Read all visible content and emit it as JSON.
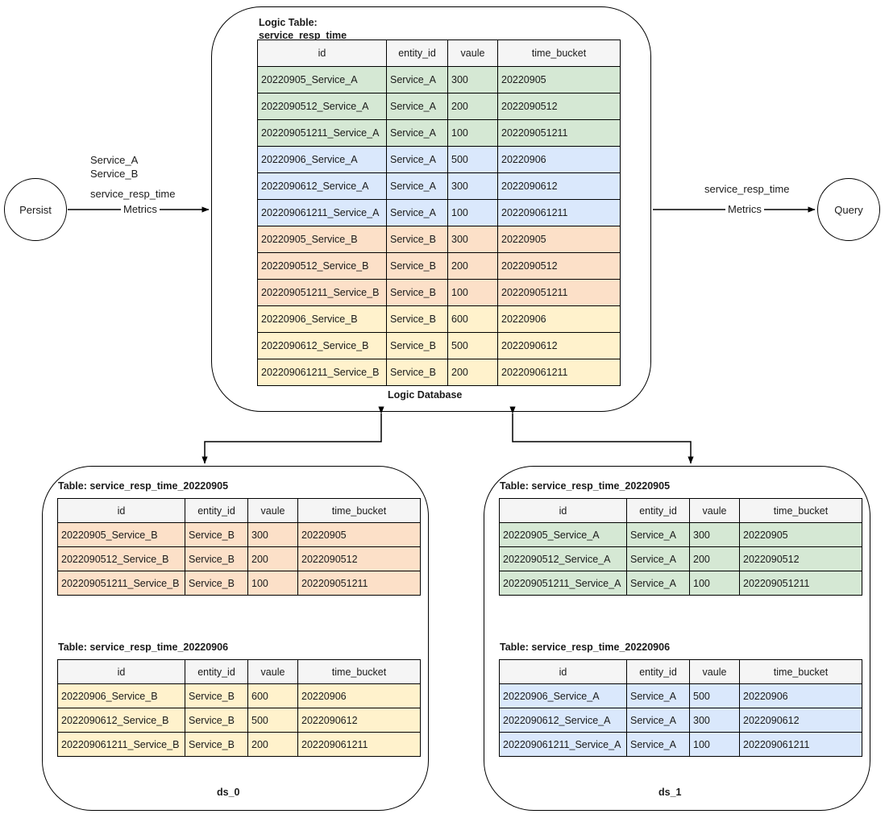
{
  "palette": {
    "green": "#d5e8d4",
    "blue": "#dae8fc",
    "orange": "#fce0c8",
    "yellow": "#fff2cc",
    "header_gray": "#f5f5f5",
    "stroke": "#000000",
    "text": "#1a1a1a"
  },
  "nodes": {
    "persist": {
      "label": "Persist"
    },
    "query": {
      "label": "Query"
    }
  },
  "edges": {
    "persist_entities": "Service_A\nService_B",
    "persist_metric_name": "service_resp_time",
    "persist_metric_kind": "Metrics",
    "query_metric_name": "service_resp_time",
    "query_metric_kind": "Metrics"
  },
  "logic_database": {
    "caption": "Logic Database",
    "table_caption": "Logic Table:\nservice_resp_time",
    "columns": [
      "id",
      "entity_id",
      "vaule",
      "time_bucket"
    ],
    "rows": [
      {
        "cells": [
          "20220905_Service_A",
          "Service_A",
          "300",
          "20220905"
        ],
        "color": "green"
      },
      {
        "cells": [
          "2022090512_Service_A",
          "Service_A",
          "200",
          "2022090512"
        ],
        "color": "green"
      },
      {
        "cells": [
          "202209051211_Service_A",
          "Service_A",
          "100",
          "202209051211"
        ],
        "color": "green"
      },
      {
        "cells": [
          "20220906_Service_A",
          "Service_A",
          "500",
          "20220906"
        ],
        "color": "blue"
      },
      {
        "cells": [
          "2022090612_Service_A",
          "Service_A",
          "300",
          "2022090612"
        ],
        "color": "blue"
      },
      {
        "cells": [
          "202209061211_Service_A",
          "Service_A",
          "100",
          "202209061211"
        ],
        "color": "blue"
      },
      {
        "cells": [
          "20220905_Service_B",
          "Service_B",
          "300",
          "20220905"
        ],
        "color": "orange"
      },
      {
        "cells": [
          "2022090512_Service_B",
          "Service_B",
          "200",
          "2022090512"
        ],
        "color": "orange"
      },
      {
        "cells": [
          "202209051211_Service_B",
          "Service_B",
          "100",
          "202209051211"
        ],
        "color": "orange"
      },
      {
        "cells": [
          "20220906_Service_B",
          "Service_B",
          "600",
          "20220906"
        ],
        "color": "yellow"
      },
      {
        "cells": [
          "2022090612_Service_B",
          "Service_B",
          "500",
          "2022090612"
        ],
        "color": "yellow"
      },
      {
        "cells": [
          "202209061211_Service_B",
          "Service_B",
          "200",
          "202209061211"
        ],
        "color": "yellow"
      }
    ]
  },
  "ds_0": {
    "caption": "ds_0",
    "tables": [
      {
        "caption": "Table: service_resp_time_20220905",
        "columns": [
          "id",
          "entity_id",
          "vaule",
          "time_bucket"
        ],
        "color": "orange",
        "rows": [
          [
            "20220905_Service_B",
            "Service_B",
            "300",
            "20220905"
          ],
          [
            "2022090512_Service_B",
            "Service_B",
            "200",
            "2022090512"
          ],
          [
            "202209051211_Service_B",
            "Service_B",
            "100",
            "202209051211"
          ]
        ]
      },
      {
        "caption": "Table: service_resp_time_20220906",
        "columns": [
          "id",
          "entity_id",
          "vaule",
          "time_bucket"
        ],
        "color": "yellow",
        "rows": [
          [
            "20220906_Service_B",
            "Service_B",
            "600",
            "20220906"
          ],
          [
            "2022090612_Service_B",
            "Service_B",
            "500",
            "2022090612"
          ],
          [
            "202209061211_Service_B",
            "Service_B",
            "200",
            "202209061211"
          ]
        ]
      }
    ]
  },
  "ds_1": {
    "caption": "ds_1",
    "tables": [
      {
        "caption": "Table: service_resp_time_20220905",
        "columns": [
          "id",
          "entity_id",
          "vaule",
          "time_bucket"
        ],
        "color": "green",
        "rows": [
          [
            "20220905_Service_A",
            "Service_A",
            "300",
            "20220905"
          ],
          [
            "2022090512_Service_A",
            "Service_A",
            "200",
            "2022090512"
          ],
          [
            "202209051211_Service_A",
            "Service_A",
            "100",
            "202209051211"
          ]
        ]
      },
      {
        "caption": "Table: service_resp_time_20220906",
        "columns": [
          "id",
          "entity_id",
          "vaule",
          "time_bucket"
        ],
        "color": "blue",
        "rows": [
          [
            "20220906_Service_A",
            "Service_A",
            "500",
            "20220906"
          ],
          [
            "2022090612_Service_A",
            "Service_A",
            "300",
            "2022090612"
          ],
          [
            "202209061211_Service_A",
            "Service_A",
            "100",
            "202209061211"
          ]
        ]
      }
    ]
  }
}
